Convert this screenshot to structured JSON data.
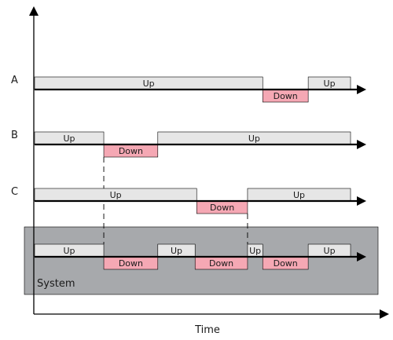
{
  "colors": {
    "up_fill": "#e6e6e6",
    "down_fill": "#f5a8b4",
    "system_bg": "#a7a9ac",
    "line": "#000000"
  },
  "labels": {
    "time_axis": "Time",
    "system_group": "System"
  },
  "rows": [
    {
      "label": "A",
      "segments": [
        {
          "state": "up",
          "label": "Up",
          "start": 0,
          "end": 0.722
        },
        {
          "state": "down",
          "label": "Down",
          "start": 0.722,
          "end": 0.866
        },
        {
          "state": "up",
          "label": "Up",
          "start": 0.866,
          "end": 1.0
        }
      ]
    },
    {
      "label": "B",
      "segments": [
        {
          "state": "up",
          "label": "Up",
          "start": 0,
          "end": 0.219
        },
        {
          "state": "down",
          "label": "Down",
          "start": 0.219,
          "end": 0.39
        },
        {
          "state": "up",
          "label": "Up",
          "start": 0.39,
          "end": 1.0
        }
      ]
    },
    {
      "label": "C",
      "segments": [
        {
          "state": "up",
          "label": "Up",
          "start": 0,
          "end": 0.513
        },
        {
          "state": "down",
          "label": "Down",
          "start": 0.513,
          "end": 0.674
        },
        {
          "state": "up",
          "label": "Up",
          "start": 0.674,
          "end": 1.0
        }
      ]
    },
    {
      "label": "",
      "segments": [
        {
          "state": "up",
          "label": "Up",
          "start": 0,
          "end": 0.219
        },
        {
          "state": "down",
          "label": "Down",
          "start": 0.219,
          "end": 0.39
        },
        {
          "state": "up",
          "label": "Up",
          "start": 0.39,
          "end": 0.508
        },
        {
          "state": "down",
          "label": "Down",
          "start": 0.508,
          "end": 0.674
        },
        {
          "state": "up",
          "label": "Up",
          "start": 0.674,
          "end": 0.722
        },
        {
          "state": "down",
          "label": "Down",
          "start": 0.722,
          "end": 0.866
        },
        {
          "state": "up",
          "label": "Up",
          "start": 0.866,
          "end": 1.0
        }
      ]
    }
  ]
}
